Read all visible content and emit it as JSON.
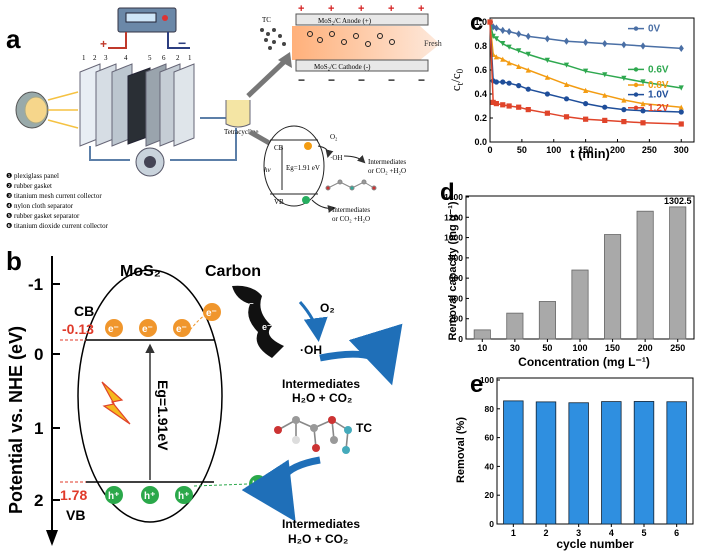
{
  "panels": {
    "a": {
      "label": "a",
      "stack_numbers": [
        "1",
        "2",
        "3",
        "4",
        "5",
        "6",
        "2",
        "1"
      ],
      "legend": [
        "❶ plexiglass panel",
        "❷ rubber gasket",
        "❸ titanium mesh current collector",
        "❹ nylon cloth separator",
        "❺ rubber gasket separator",
        "❻ titanium dioxide current collector"
      ],
      "tc": "TC",
      "anode": "MoS₂/C Anode (+)",
      "cathode": "MoS₂/C Cathode (-)",
      "fresh": "Fresh",
      "beaker": "Tetracycline",
      "mini": {
        "cb": "CB",
        "vb": "VB",
        "hv": "hν",
        "eg": "Eg=1.91 eV",
        "o2": "O₂",
        "oh": "·OH",
        "int1": "Intermediates",
        "int1b": "or CO₂ +H₂O",
        "int2": "Intermediates",
        "int2b": "or CO₂ +H₂O"
      }
    },
    "b": {
      "label": "b",
      "ylabel": "Potential vs. NHE (eV)",
      "yticks": [
        "-1",
        "0",
        "1",
        "2"
      ],
      "mos2": "MoS₂",
      "carbon": "Carbon",
      "cb": "CB",
      "cb_val": "-0.13",
      "vb": "VB",
      "vb_val": "1.78",
      "e": "e⁻",
      "h": "h⁺",
      "eg": "Eg=1.91eV",
      "o2": "O₂",
      "oh": "·OH",
      "int1": "Intermediates",
      "int1b": "H₂O + CO₂",
      "tc": "TC",
      "int2": "Intermediates",
      "int2b": "H₂O + CO₂"
    }
  },
  "chart_data": [
    {
      "panel": "c",
      "type": "line",
      "xlabel": "t (min)",
      "ylabel": "ct/c0",
      "xlim": [
        0,
        320
      ],
      "ylim": [
        0.0,
        1.0
      ],
      "xticks": [
        0,
        50,
        100,
        150,
        200,
        250,
        300
      ],
      "yticks": [
        0.0,
        0.2,
        0.4,
        0.6,
        0.8,
        1.0
      ],
      "series": [
        {
          "name": "0V",
          "color": "#4a6fa5",
          "marker": "diamond",
          "x": [
            0,
            5,
            10,
            20,
            30,
            45,
            60,
            90,
            120,
            150,
            180,
            210,
            240,
            300
          ],
          "y": [
            1.0,
            0.96,
            0.95,
            0.93,
            0.92,
            0.9,
            0.88,
            0.86,
            0.84,
            0.83,
            0.82,
            0.81,
            0.8,
            0.78
          ]
        },
        {
          "name": "0.6V",
          "color": "#2ea84f",
          "marker": "triangle-down",
          "x": [
            0,
            5,
            10,
            20,
            30,
            45,
            60,
            90,
            120,
            150,
            180,
            210,
            240,
            300
          ],
          "y": [
            1.0,
            0.88,
            0.86,
            0.82,
            0.79,
            0.76,
            0.73,
            0.68,
            0.64,
            0.59,
            0.56,
            0.53,
            0.5,
            0.45
          ]
        },
        {
          "name": "0.8V",
          "color": "#f39c12",
          "marker": "triangle-up",
          "x": [
            0,
            5,
            10,
            20,
            30,
            45,
            60,
            90,
            120,
            150,
            180,
            210,
            240,
            300
          ],
          "y": [
            1.0,
            0.73,
            0.71,
            0.69,
            0.66,
            0.63,
            0.6,
            0.54,
            0.48,
            0.43,
            0.39,
            0.35,
            0.32,
            0.29
          ]
        },
        {
          "name": "1.0V",
          "color": "#1f4e9a",
          "marker": "circle",
          "x": [
            0,
            5,
            10,
            20,
            30,
            45,
            60,
            90,
            120,
            150,
            180,
            210,
            240,
            300
          ],
          "y": [
            1.0,
            0.51,
            0.5,
            0.5,
            0.49,
            0.47,
            0.44,
            0.4,
            0.36,
            0.32,
            0.29,
            0.27,
            0.26,
            0.25
          ]
        },
        {
          "name": "1.2V",
          "color": "#e0442a",
          "marker": "square",
          "x": [
            0,
            5,
            10,
            20,
            30,
            45,
            60,
            90,
            120,
            150,
            180,
            210,
            240,
            300
          ],
          "y": [
            1.0,
            0.33,
            0.32,
            0.31,
            0.3,
            0.29,
            0.27,
            0.24,
            0.21,
            0.19,
            0.18,
            0.17,
            0.16,
            0.15
          ]
        }
      ]
    },
    {
      "panel": "d",
      "type": "bar",
      "xlabel": "Concentration (mg L⁻¹)",
      "ylabel": "Removal capacity (mg g⁻¹)",
      "categories": [
        "10",
        "30",
        "50",
        "100",
        "150",
        "200",
        "250"
      ],
      "values": [
        90,
        255,
        370,
        680,
        1030,
        1260,
        1302.5
      ],
      "ylim": [
        0,
        1400
      ],
      "yticks": [
        0,
        200,
        400,
        600,
        800,
        1000,
        1200,
        1400
      ],
      "annotation": "1302.5",
      "color": "#a9a9a9"
    },
    {
      "panel": "e",
      "type": "bar",
      "xlabel": "cycle number",
      "ylabel": "Removal (%)",
      "categories": [
        "1",
        "2",
        "3",
        "4",
        "5",
        "6"
      ],
      "values": [
        85.5,
        84.8,
        84.2,
        85.0,
        85.1,
        84.9
      ],
      "ylim": [
        0,
        100
      ],
      "yticks": [
        0,
        20,
        40,
        60,
        80,
        100
      ],
      "color": "#2f8fe0"
    }
  ]
}
